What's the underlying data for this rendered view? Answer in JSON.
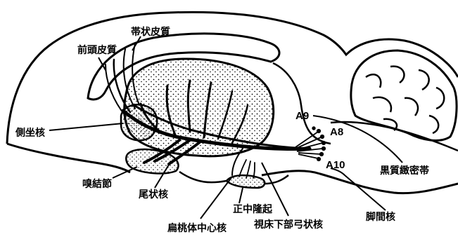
{
  "diagram": {
    "labels": {
      "prefrontal_cortex": "前頭皮質",
      "cingulate_cortex": "帯状皮質",
      "nucleus_accumbens": "側坐核",
      "olfactory_tubercle": "嗅結節",
      "caudate_nucleus": "尾状核",
      "central_amygdala": "扁桃体中心核",
      "median_eminence": "正中隆起",
      "arcuate_nucleus": "視床下部弓状核",
      "interpeduncular_nucleus": "脚間核",
      "substantia_nigra_compacta": "黒質緻密帯",
      "a9": "A9",
      "a8": "A8",
      "a10": "A10"
    },
    "colors": {
      "ink": "#000000",
      "paper": "#ffffff"
    }
  }
}
